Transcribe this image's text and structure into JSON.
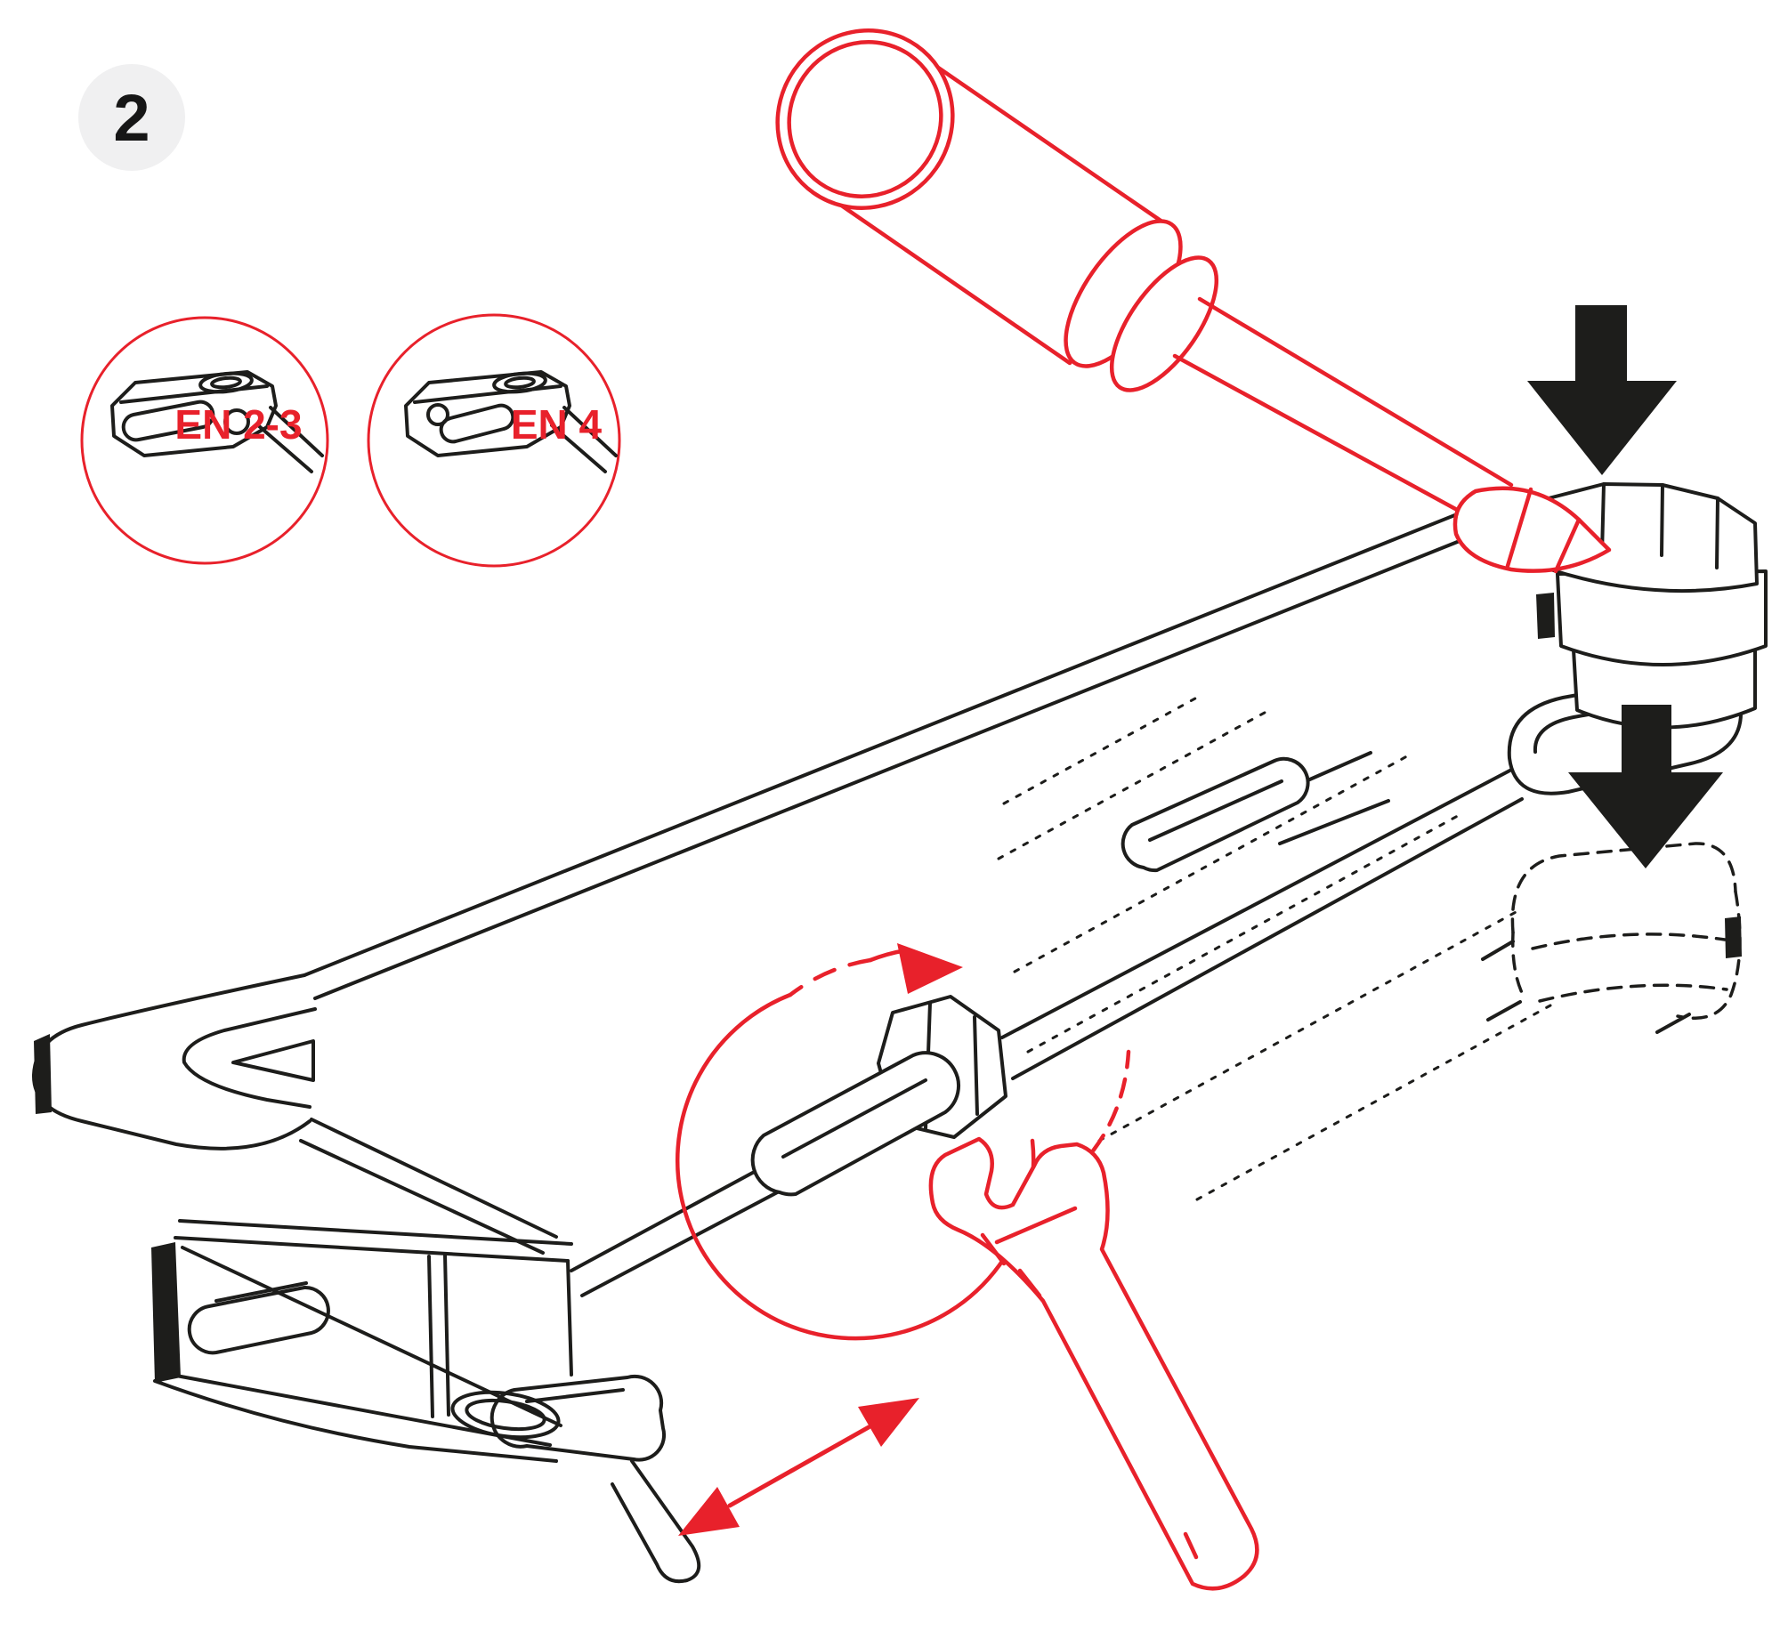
{
  "figure": {
    "type": "assembly-instruction-step",
    "background": "#ffffff"
  },
  "step_badge": {
    "number": "2",
    "bg_color": "#f0f0f1",
    "text_color": "#161616"
  },
  "detail_views": [
    {
      "label": "EN 2-3"
    },
    {
      "label": "EN 4"
    }
  ],
  "colors": {
    "annotation_red": "#e8212b",
    "linework_black": "#1d1d1b",
    "white": "#ffffff"
  },
  "icons": {
    "down_arrow_1": "black-filled-down-arrow",
    "down_arrow_2": "black-filled-down-arrow",
    "rotate_arrow": "red-curved-rotation-arrow",
    "slide_arrow": "red-double-headed-arrow",
    "screwdriver": "red-outline-flat-screwdriver",
    "wrench": "red-outline-open-end-wrench"
  }
}
